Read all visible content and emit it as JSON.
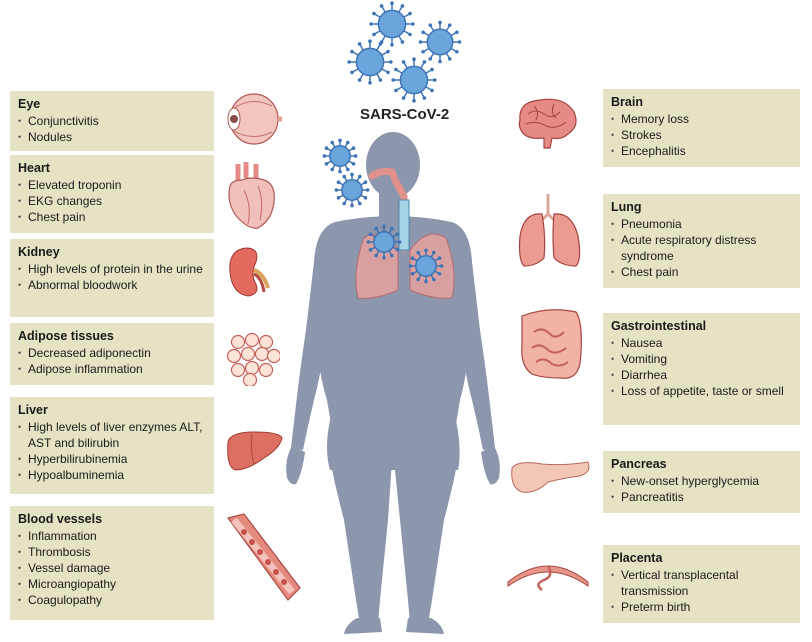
{
  "title": "SARS-CoV-2",
  "colors": {
    "box_bg": "#e6e3c4",
    "body": "#8c96ac",
    "organ": "#e58a86",
    "virus": "#3f74b4",
    "virus_spike": "#6aa6dc"
  },
  "left_boxes": [
    {
      "title": "Eye",
      "items": [
        "Conjunctivitis",
        "Nodules"
      ],
      "icon": "eye-icon"
    },
    {
      "title": "Heart",
      "items": [
        "Elevated troponin",
        "EKG changes",
        "Chest pain"
      ],
      "icon": "heart-icon"
    },
    {
      "title": "Kidney",
      "items": [
        "High levels of protein in the urine",
        "Abnormal bloodwork"
      ],
      "icon": "kidney-icon"
    },
    {
      "title": "Adipose tissues",
      "items": [
        "Decreased adiponectin",
        "Adipose inflammation"
      ],
      "icon": "adipose-icon"
    },
    {
      "title": "Liver",
      "items": [
        "High levels of liver enzymes ALT, AST and bilirubin",
        "Hyperbilirubinemia",
        "Hypoalbuminemia"
      ],
      "icon": "liver-icon"
    },
    {
      "title": "Blood vessels",
      "items": [
        "Inflammation",
        "Thrombosis",
        "Vessel damage",
        "Microangiopathy",
        "Coagulopathy"
      ],
      "icon": "blood-vessel-icon"
    }
  ],
  "right_boxes": [
    {
      "title": "Brain",
      "items": [
        "Memory loss",
        "Strokes",
        "Encephalitis"
      ],
      "icon": "brain-icon"
    },
    {
      "title": "Lung",
      "items": [
        "Pneumonia",
        "Acute respiratory distress syndrome",
        "Chest pain"
      ],
      "icon": "lung-icon"
    },
    {
      "title": "Gastrointestinal",
      "items": [
        "Nausea",
        "Vomiting",
        "Diarrhea",
        "Loss of appetite, taste or smell"
      ],
      "icon": "intestine-icon"
    },
    {
      "title": "Pancreas",
      "items": [
        "New-onset hyperglycemia",
        "Pancreatitis"
      ],
      "icon": "pancreas-icon"
    },
    {
      "title": "Placenta",
      "items": [
        "Vertical transplacental transmission",
        "Preterm birth"
      ],
      "icon": "placenta-icon"
    }
  ]
}
